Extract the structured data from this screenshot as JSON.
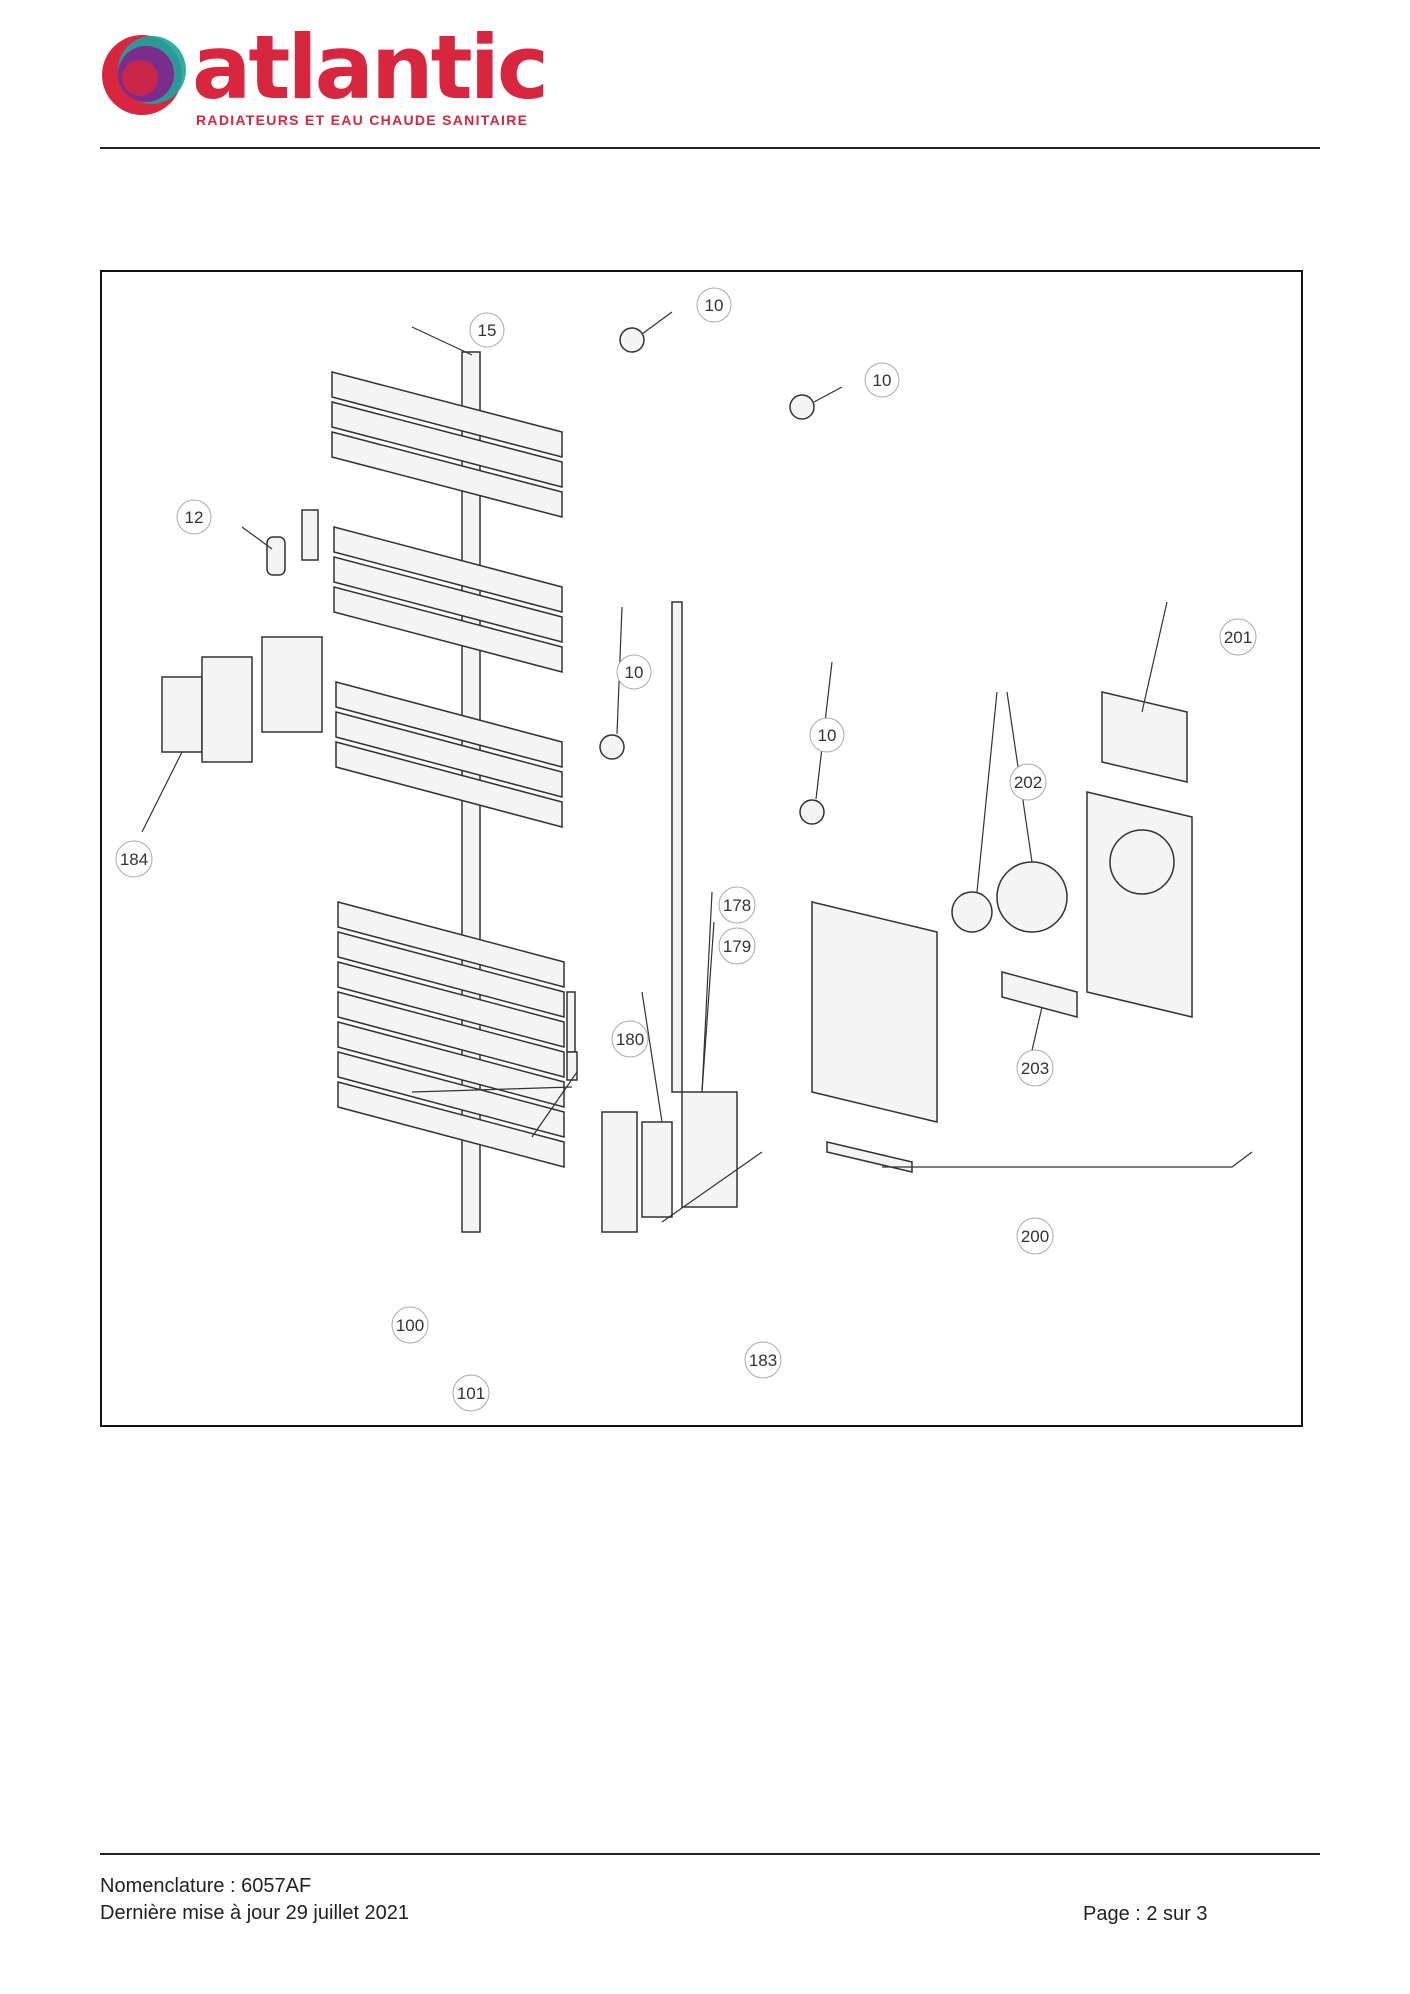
{
  "header": {
    "brand": "atlantic",
    "tagline": "RADIATEURS ET EAU CHAUDE SANITAIRE",
    "colors": {
      "brand_red": "#d7263d",
      "logo_purple": "#7b2d8e",
      "logo_teal": "#1aa6a0"
    }
  },
  "diagram": {
    "callouts": [
      {
        "id": "c10a",
        "label": "10"
      },
      {
        "id": "c15",
        "label": "15"
      },
      {
        "id": "c10b",
        "label": "10"
      },
      {
        "id": "c12",
        "label": "12"
      },
      {
        "id": "c201",
        "label": "201"
      },
      {
        "id": "c10c",
        "label": "10"
      },
      {
        "id": "c10d",
        "label": "10"
      },
      {
        "id": "c202",
        "label": "202"
      },
      {
        "id": "c184",
        "label": "184"
      },
      {
        "id": "c178",
        "label": "178"
      },
      {
        "id": "c179",
        "label": "179"
      },
      {
        "id": "c180",
        "label": "180"
      },
      {
        "id": "c203",
        "label": "203"
      },
      {
        "id": "c200",
        "label": "200"
      },
      {
        "id": "c100",
        "label": "100"
      },
      {
        "id": "c183",
        "label": "183"
      },
      {
        "id": "c101",
        "label": "101"
      }
    ]
  },
  "footer": {
    "nomenclature": "Nomenclature : 6057AF",
    "updated": "Dernière mise à jour 29 juillet 2021",
    "page": "Page : 2 sur 3"
  }
}
